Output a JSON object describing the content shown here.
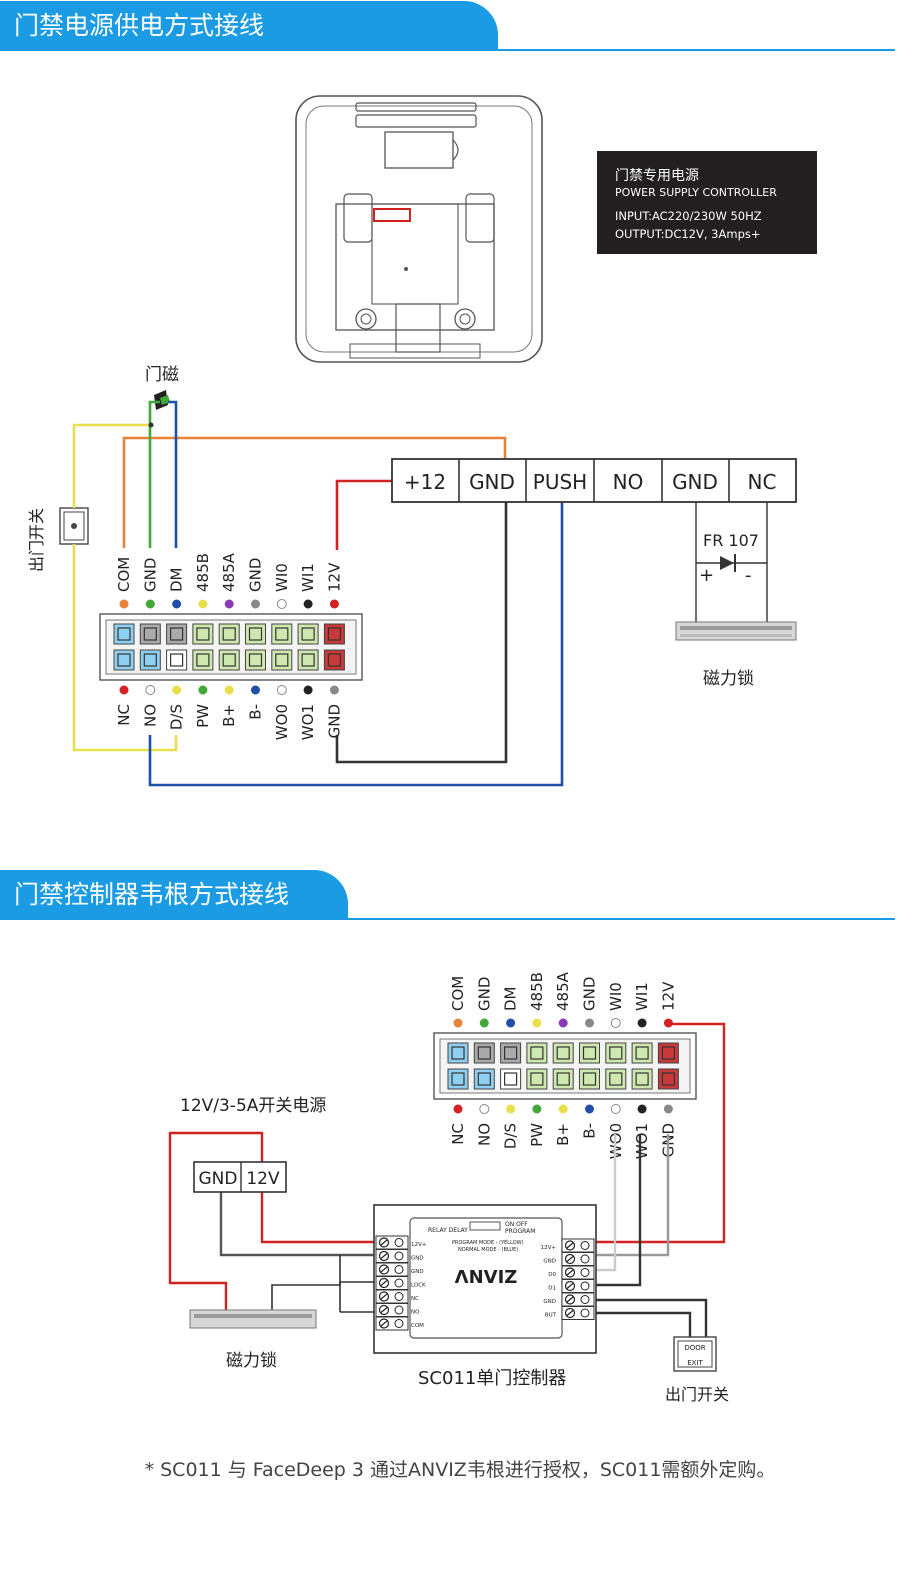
{
  "section1": {
    "title": "门禁电源供电方式接线"
  },
  "section2": {
    "title": "门禁控制器韦根方式接线"
  },
  "power_box": {
    "line1": "门禁专用电源",
    "line2": "POWER SUPPLY CONTROLLER",
    "line3": "INPUT:AC220/230W   50HZ",
    "line4": "OUTPUT:DC12V, 3Amps+"
  },
  "labels": {
    "door_sensor": "门磁",
    "exit_switch": "出门开关",
    "mag_lock": "磁力锁",
    "diode": "FR 107",
    "plus": "+",
    "minus": "-",
    "psu2": "12V/3-5A开关电源",
    "controller": "SC011单门控制器",
    "exit_switch2": "出门开关",
    "mag_lock2": "磁力锁",
    "door_text": "DOOR",
    "exit_text": "EXIT",
    "anviz": "ΛNVIZ",
    "relay_delay": "RELAY DELAY",
    "on_off": "ON  OFF",
    "program": "PROGRAM",
    "program_mode": "PROGRAM MODE - (YELLOW)",
    "normal_mode": "NORMAL MODE - (BLUE)"
  },
  "terminal_block": [
    "+12",
    "GND",
    "PUSH",
    "NO",
    "GND",
    "NC"
  ],
  "psu2_terms": [
    "GND",
    "12V"
  ],
  "top_pins": [
    "COM",
    "GND",
    "DM",
    "485B",
    "485A",
    "GND",
    "WI0",
    "WI1",
    "12V"
  ],
  "bottom_pins": [
    "NC",
    "NO",
    "D/S",
    "PW",
    "B+",
    "B-",
    "WO0",
    "WO1",
    "GND"
  ],
  "ctrl_left": [
    "12V+",
    "GND",
    "GND",
    "LOCK",
    "NC",
    "NO",
    "COM"
  ],
  "ctrl_right": [
    "12V+",
    "GND",
    "D0",
    "D1",
    "GND",
    "BUT"
  ],
  "colors": {
    "accent": "#1a9be3",
    "wire_red": "#d32222",
    "wire_orange": "#e8823a",
    "wire_green": "#43a83a",
    "wire_blue": "#1f4fa8",
    "wire_yellow": "#e8e04a",
    "wire_black": "#333333",
    "wire_gray": "#999999"
  },
  "footnote": "* SC011 与 FaceDeep 3 通过ANVIZ韦根进行授权，SC011需额外定购。"
}
